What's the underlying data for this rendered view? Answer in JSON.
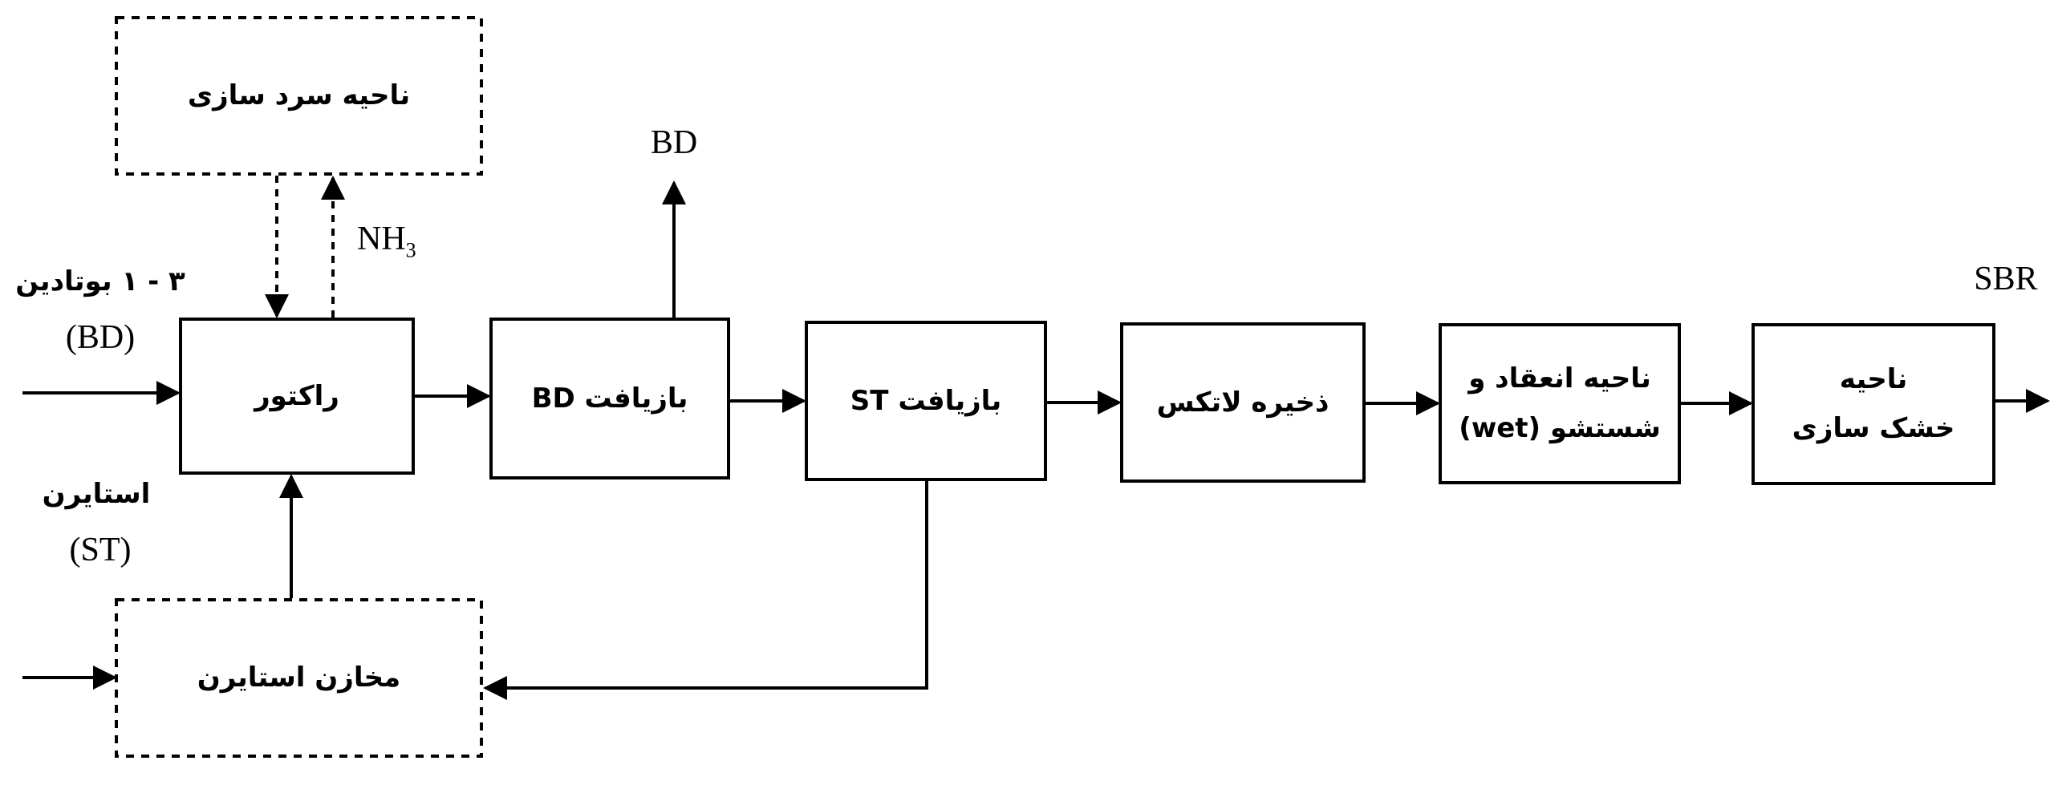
{
  "nodes": {
    "cooling_zone": "ناحیه سرد سازی",
    "reactor": "راکتور",
    "bd_recovery": "بازیافت BD",
    "st_recovery": "بازیافت ST",
    "latex_storage": "ذخیره لاتکس",
    "coag_line1": "ناحیه انعقاد و",
    "coag_line2": "شستشو (wet)",
    "drying_line1": "ناحیه",
    "drying_line2": "خشک سازی",
    "styrene_tanks": "مخازن استایرن"
  },
  "streams": {
    "bd_feed_name": "۳ - ۱ بوتادین",
    "bd_feed_abbr": "(BD)",
    "st_feed_name": "استایرن",
    "st_feed_abbr": "(ST)",
    "bd_out": "BD",
    "nh3_main": "NH",
    "nh3_sub": "3",
    "product": "SBR"
  }
}
